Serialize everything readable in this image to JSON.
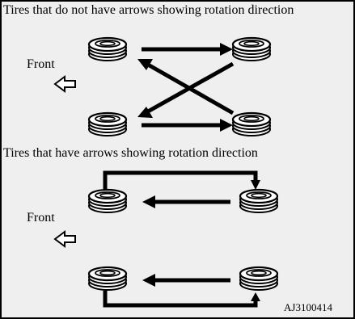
{
  "section_rotating": {
    "heading": "Tires that do not have arrows showing rotation direction",
    "front_label": "Front"
  },
  "section_directional": {
    "heading": "Tires that have arrows showing rotation direction",
    "front_label": "Front"
  },
  "figure_code": "AJ3100414",
  "icons": {
    "tire": "tire-icon",
    "front_direction": "hollow-left-arrow-icon",
    "move_arrow": "solid-arrow-icon"
  },
  "colors": {
    "background": "#efefef",
    "border": "#000000",
    "ink": "#000000",
    "tire_face": "#ffffff"
  }
}
